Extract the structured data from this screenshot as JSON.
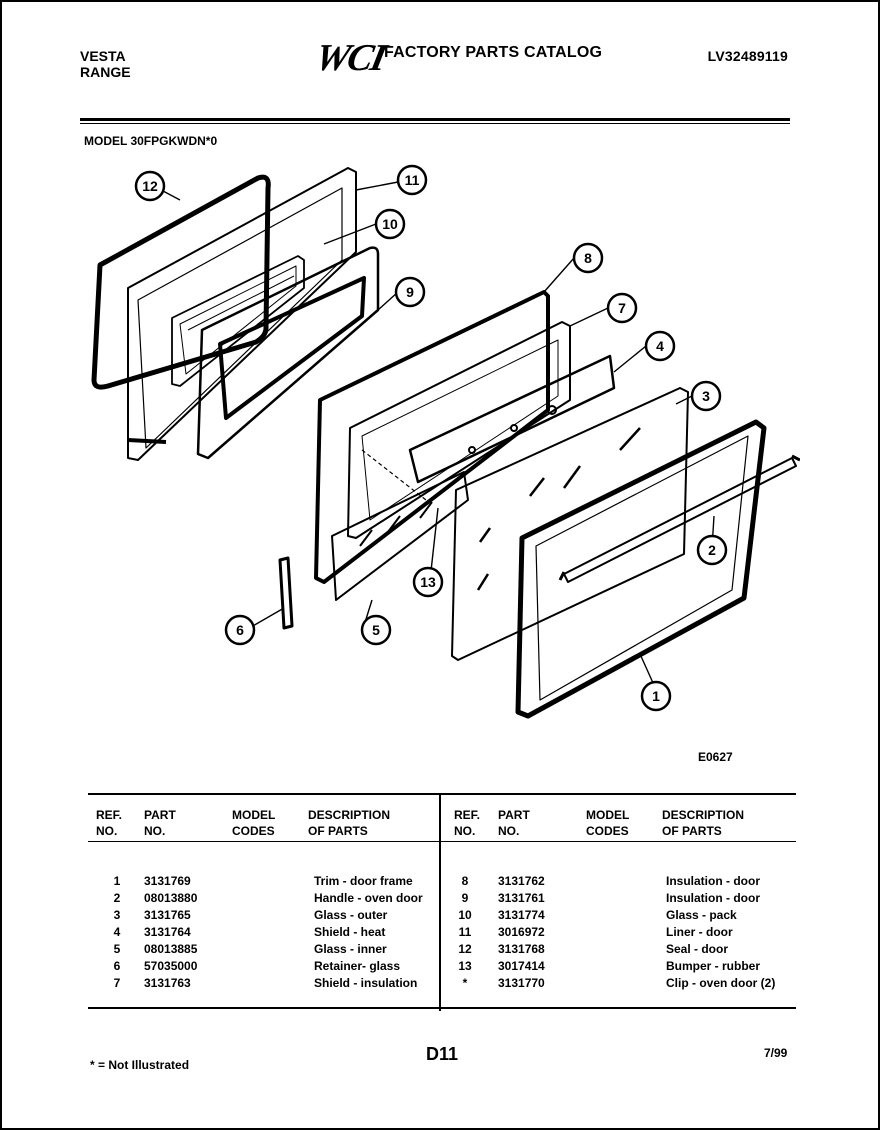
{
  "header": {
    "brand_line1": "VESTA",
    "brand_line2": "RANGE",
    "logo": "WCI",
    "catalog_title": "FACTORY PARTS CATALOG",
    "doc_number": "LV32489119"
  },
  "model_line": "MODEL 30FPGKWDN*0",
  "diagram": {
    "callouts": [
      "1",
      "2",
      "3",
      "4",
      "5",
      "6",
      "7",
      "8",
      "9",
      "10",
      "11",
      "12",
      "13"
    ],
    "figure_code": "E0627"
  },
  "table": {
    "headers": {
      "ref": [
        "REF.",
        "NO."
      ],
      "part": [
        "PART",
        "NO."
      ],
      "model": [
        "MODEL",
        "CODES"
      ],
      "desc": [
        "DESCRIPTION",
        "OF PARTS"
      ]
    },
    "left_rows": [
      {
        "ref": "1",
        "part": "3131769",
        "model": "",
        "desc": "Trim - door frame"
      },
      {
        "ref": "2",
        "part": "08013880",
        "model": "",
        "desc": "Handle - oven door"
      },
      {
        "ref": "3",
        "part": "3131765",
        "model": "",
        "desc": "Glass - outer"
      },
      {
        "ref": "4",
        "part": "3131764",
        "model": "",
        "desc": "Shield - heat"
      },
      {
        "ref": "5",
        "part": "08013885",
        "model": "",
        "desc": "Glass - inner"
      },
      {
        "ref": "6",
        "part": "57035000",
        "model": "",
        "desc": "Retainer- glass"
      },
      {
        "ref": "7",
        "part": "3131763",
        "model": "",
        "desc": "Shield - insulation"
      }
    ],
    "right_rows": [
      {
        "ref": "8",
        "part": "3131762",
        "model": "",
        "desc": "Insulation - door"
      },
      {
        "ref": "9",
        "part": "3131761",
        "model": "",
        "desc": "Insulation - door"
      },
      {
        "ref": "10",
        "part": "3131774",
        "model": "",
        "desc": "Glass - pack"
      },
      {
        "ref": "11",
        "part": "3016972",
        "model": "",
        "desc": "Liner - door"
      },
      {
        "ref": "12",
        "part": "3131768",
        "model": "",
        "desc": "Seal - door"
      },
      {
        "ref": "13",
        "part": "3017414",
        "model": "",
        "desc": "Bumper - rubber"
      },
      {
        "ref": "*",
        "part": "3131770",
        "model": "",
        "desc": "Clip - oven door (2)"
      }
    ]
  },
  "footer": {
    "note": "* = Not Illustrated",
    "page": "D11",
    "date": "7/99"
  }
}
